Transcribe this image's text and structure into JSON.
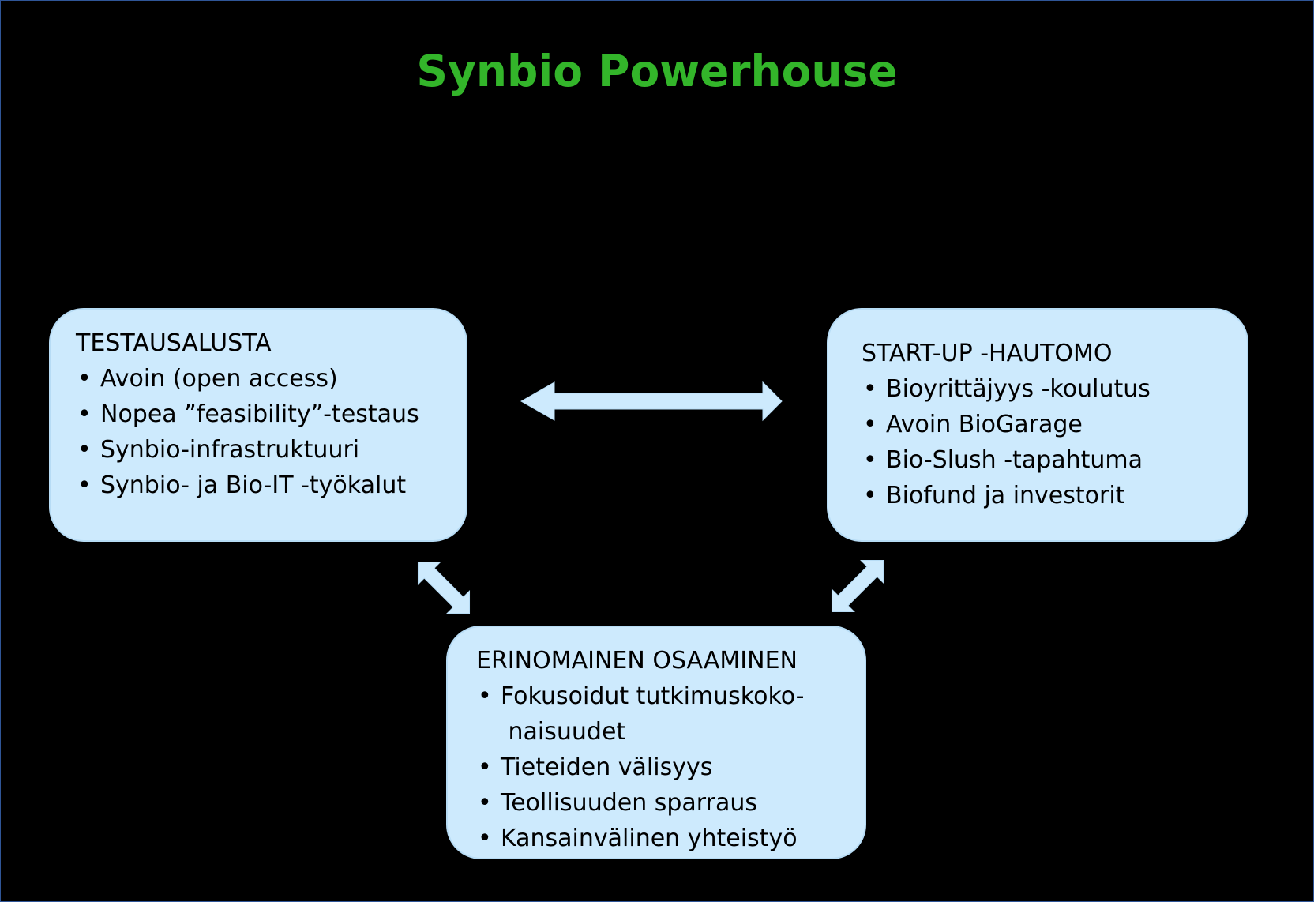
{
  "title": "Synbio Powerhouse",
  "colors": {
    "background": "#000000",
    "title": "#33b52a",
    "box_fill": "#cdeafd",
    "arrow_fill": "#cdeafd"
  },
  "boxes": {
    "testausalusta": {
      "heading": "TESTAUSALUSTA",
      "items": [
        "Avoin (open access)",
        "Nopea ”feasibility”-testaus",
        "Synbio-infrastruktuuri",
        "Synbio- ja Bio-IT -työkalut"
      ]
    },
    "startup": {
      "heading": "START-UP -HAUTOMO",
      "items": [
        "Bioyrittäjyys -koulutus",
        "Avoin BioGarage",
        "Bio-Slush -tapahtuma",
        "Biofund ja investorit"
      ]
    },
    "osaaminen": {
      "heading": "ERINOMAINEN OSAAMINEN",
      "items": [
        "Fokusoidut tutkimuskoko- naisuudet",
        "Tieteiden välisyys",
        "Teollisuuden sparraus",
        "Kansainvälinen yhteistyö"
      ]
    }
  },
  "bullet": "•",
  "connectors": [
    {
      "from": "testausalusta",
      "to": "startup",
      "type": "double-arrow"
    },
    {
      "from": "testausalusta",
      "to": "osaaminen",
      "type": "double-arrow"
    },
    {
      "from": "startup",
      "to": "osaaminen",
      "type": "double-arrow"
    }
  ]
}
